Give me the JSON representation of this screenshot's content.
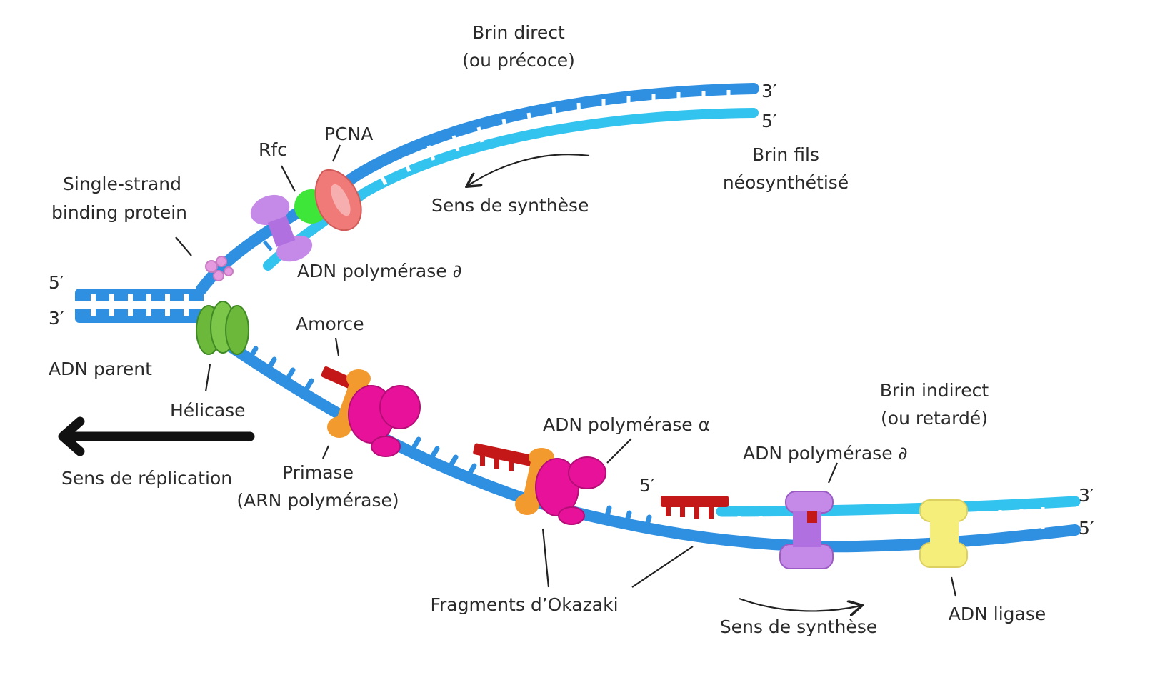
{
  "labels": {
    "leading_title": "Brin direct",
    "leading_subtitle": "(ou précoce)",
    "top_3prime": "3′",
    "top_5prime": "5′",
    "daughter_title": "Brin fils",
    "daughter_subtitle": "néosynthétisé",
    "pcna": "PCNA",
    "rfc": "Rfc",
    "ssb_line1": "Single-strand",
    "ssb_line2": "binding protein",
    "synthesis_top": "Sens de synthèse",
    "pol_delta_top": "ADN polymérase ∂",
    "parent_5prime": "5′",
    "parent_3prime": "3′",
    "adn_parent": "ADN parent",
    "amorce": "Amorce",
    "helicase": "Hélicase",
    "replication_direction": "Sens de réplication",
    "primase_line1": "Primase",
    "primase_line2": "(ARN polymérase)",
    "pol_alpha": "ADN polymérase α",
    "lagging_title": "Brin indirect",
    "lagging_subtitle": "(ou retardé)",
    "pol_delta_bottom": "ADN polymérase ∂",
    "fragment_5prime": "5′",
    "bottom_3prime": "3′",
    "bottom_5prime": "5′",
    "okazaki": "Fragments d’Okazaki",
    "synthesis_bottom": "Sens de synthèse",
    "ligase": "ADN ligase"
  },
  "colors": {
    "parent_strand": "#2f8fe0",
    "daughter_strand": "#33c3ef",
    "primer": "#c41818",
    "polymerase": "#e8129a",
    "primase": "#f29a2e",
    "helicase": "#6bb83a",
    "pcna": "#f07a78",
    "rfc": "#3fe63a",
    "pol_delta": "#c58ae8",
    "ligase": "#f6ee7a",
    "ssb": "#e59ae0",
    "arrow": "#111111"
  }
}
